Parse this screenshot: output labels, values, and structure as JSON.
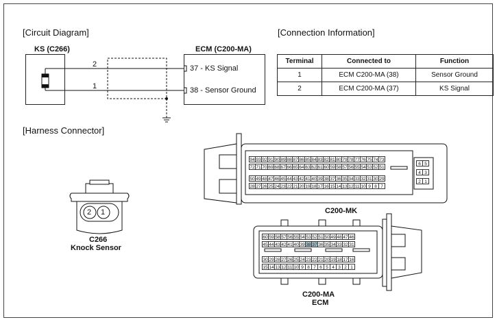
{
  "headings": {
    "circuit": "[Circuit Diagram]",
    "connection": "[Connection Information]",
    "harness": "[Harness Connector]"
  },
  "circuit": {
    "ks_label": "KS (C266)",
    "ecm_label": "ECM (C200-MA)",
    "wire1_num": "2",
    "wire2_num": "1",
    "ecm_pin1": "37 - KS Signal",
    "ecm_pin2": "38 - Sensor Ground"
  },
  "table": {
    "headers": [
      "Terminal",
      "Connected to",
      "Function"
    ],
    "rows": [
      [
        "1",
        "ECM C200-MA (38)",
        "Sensor Ground"
      ],
      [
        "2",
        "ECM C200-MA (37)",
        "KS Signal"
      ]
    ]
  },
  "c266": {
    "pins": [
      "2",
      "1"
    ],
    "label1": "C266",
    "label2": "Knock Sensor"
  },
  "mk": {
    "label": "C200-MK",
    "row1": [
      "94",
      "93",
      "92",
      "91",
      "90",
      "89",
      "88",
      "87",
      "86",
      "85",
      "84",
      "83",
      "82",
      "81",
      "80",
      "79",
      "78",
      "77",
      "76",
      "75",
      "74",
      "73"
    ],
    "row2": [
      "72",
      "71",
      "70",
      "69",
      "68",
      "67",
      "66",
      "65",
      "64",
      "63",
      "62",
      "61",
      "60",
      "59",
      "58",
      "57",
      "56",
      "55",
      "54",
      "53",
      "52",
      "51"
    ],
    "row3": [
      "50",
      "49",
      "48",
      "47",
      "46",
      "45",
      "44",
      "43",
      "42",
      "41",
      "40",
      "39",
      "38",
      "37",
      "36",
      "35",
      "34",
      "33",
      "32",
      "31",
      "30",
      "29"
    ],
    "row4": [
      "28",
      "27",
      "26",
      "25",
      "24",
      "23",
      "22",
      "21",
      "20",
      "19",
      "18",
      "17",
      "16",
      "15",
      "14",
      "13",
      "12",
      "11",
      "10",
      "9",
      "8",
      "7"
    ],
    "side": [
      [
        "6",
        "5"
      ],
      [
        "4",
        "3"
      ],
      [
        "2",
        "1"
      ]
    ]
  },
  "ma": {
    "label1": "C200-MA",
    "label2": "ECM",
    "row1": [
      "60",
      "59",
      "58",
      "57",
      "56",
      "55",
      "54",
      "53",
      "52",
      "51",
      "50",
      "49",
      "48",
      "47",
      "46"
    ],
    "row2": [
      "45",
      "44",
      "43",
      "42",
      "41",
      "40",
      "39",
      "38",
      "37",
      "36",
      "35",
      "34",
      "33",
      "32",
      "31"
    ],
    "row3": [
      "30",
      "29",
      "28",
      "27",
      "26",
      "25",
      "24",
      "23",
      "22",
      "21",
      "20",
      "19",
      "18",
      "17",
      "16"
    ],
    "row4": [
      "15",
      "14",
      "13",
      "12",
      "11",
      "10",
      "9",
      "8",
      "7",
      "6",
      "5",
      "4",
      "3",
      "2",
      "1"
    ],
    "highlight": [
      "38",
      "37"
    ]
  }
}
